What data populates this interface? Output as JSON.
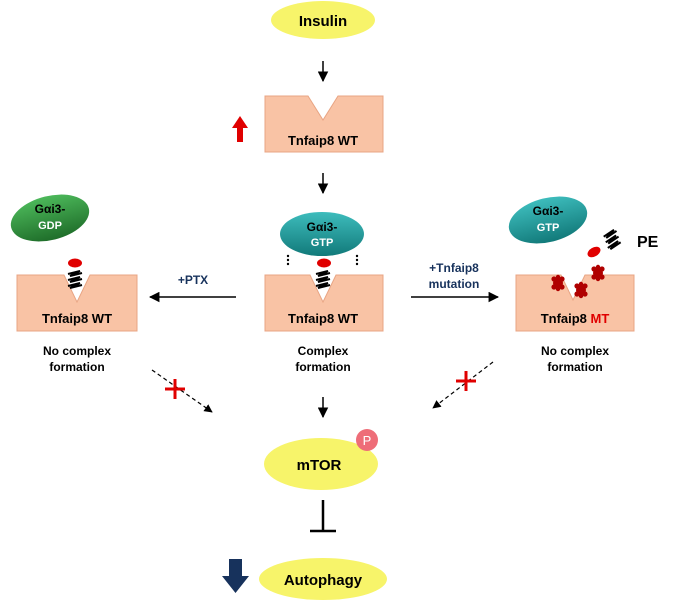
{
  "nodes": {
    "insulin": "Insulin",
    "mtor": "mTOR",
    "phospho": "P",
    "autophagy": "Autophagy",
    "pe": "PE"
  },
  "proteins": {
    "top": "Tnfaip8 WT",
    "left": "Tnfaip8 WT",
    "center": "Tnfaip8 WT",
    "right_name": "Tnfaip8 ",
    "right_mut": "MT"
  },
  "galpha": {
    "left_line1": "Gαi3-",
    "left_line2": "GDP",
    "center_line1": "Gαi3-",
    "center_line2": "GTP",
    "right_line1": "Gαi3-",
    "right_line2": "GTP"
  },
  "conditions": {
    "ptx": "+PTX",
    "mut_line1": "+Tnfaip8",
    "mut_line2": "mutation"
  },
  "outcomes": {
    "left_line1": "No complex",
    "left_line2": "formation",
    "center_line1": "Complex",
    "center_line2": "formation",
    "right_line1": "No complex",
    "right_line2": "formation"
  },
  "colors": {
    "yellow": "#f7f46a",
    "salmon": "#f9c3a5",
    "salmon_edge": "#e8a584",
    "green": "#2e8b3a",
    "teal": "#1a9a9a",
    "red": "#e00000",
    "navy": "#17325c",
    "pink": "#ee6d78"
  }
}
